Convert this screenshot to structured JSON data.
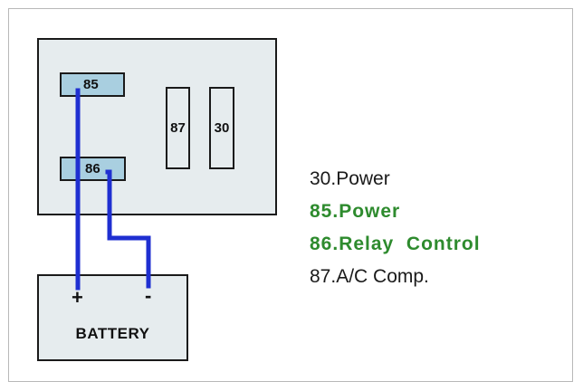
{
  "relay": {
    "pins": {
      "p85": "85",
      "p86": "86",
      "p87": "87",
      "p30": "30"
    }
  },
  "battery": {
    "label": "BATTERY",
    "positive": "+",
    "negative": "-"
  },
  "legend": [
    {
      "text": "30.Power",
      "style": "normal"
    },
    {
      "text": "85.Power",
      "style": "green"
    },
    {
      "text": "86.Relay  Control",
      "style": "green"
    },
    {
      "text": "87.A/C Comp.",
      "style": "normal"
    }
  ],
  "colors": {
    "wire": "#1f2fd1",
    "legend_highlight": "#2e8b2e",
    "relay_fill": "#e6ecee",
    "pin_fill": "#a9cfe0"
  }
}
